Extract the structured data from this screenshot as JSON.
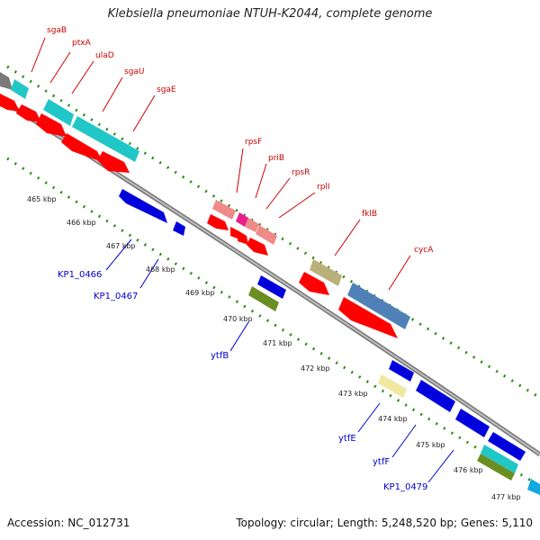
{
  "title": "Klebsiella pneumoniae NTUH-K2044, complete genome",
  "footer": {
    "accession": "Accession: NC_012731",
    "summary": "Topology: circular; Length: 5,248,520 bp; Genes: 5,110"
  },
  "colors": {
    "backbone": "#8a8a8a",
    "tick": "#3a8a1a",
    "forward_gene": "#ff0000",
    "reverse_gene": "#0000dd",
    "label_red": "#cc0000",
    "label_blue": "#0000cc"
  },
  "kbp_ticks": [
    "465 kbp",
    "466 kbp",
    "467 kbp",
    "468 kbp",
    "469 kbp",
    "470 kbp",
    "471 kbp",
    "472 kbp",
    "473 kbp",
    "474 kbp",
    "475 kbp",
    "476 kbp",
    "477 kbp"
  ],
  "gene_labels_forward": [
    "sgaB",
    "ptxA",
    "ulaD",
    "sgaU",
    "sgaE",
    "rpsF",
    "priB",
    "rpsR",
    "rplI",
    "fklB",
    "cycA"
  ],
  "gene_labels_reverse": [
    "KP1_0466",
    "KP1_0467",
    "ytfB",
    "ytfE",
    "ytfF",
    "KP1_0479"
  ]
}
